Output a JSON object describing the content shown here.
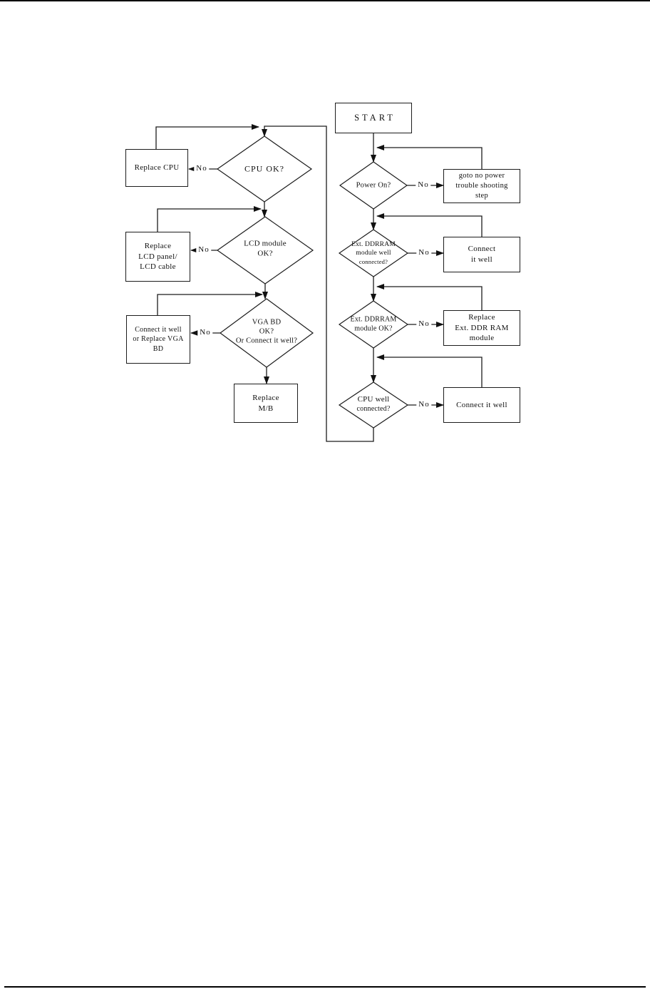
{
  "page": {
    "background": "#ffffff",
    "line_color": "#1a1a1a"
  },
  "flowchart": {
    "no_label": "No",
    "start": {
      "label": "START"
    },
    "right_column": {
      "decisions": [
        {
          "lines": [
            "Power On?"
          ]
        },
        {
          "lines": [
            "Ext. DDRRAM",
            "module well",
            "connected?"
          ]
        },
        {
          "lines": [
            "Ext. DDRRAM",
            "module OK?"
          ]
        },
        {
          "lines": [
            "CPU well",
            "connected?"
          ]
        }
      ],
      "actions": [
        {
          "lines": [
            "goto no power",
            "trouble shooting",
            "step"
          ]
        },
        {
          "lines": [
            "Connect",
            "it well"
          ]
        },
        {
          "lines": [
            "Replace",
            "Ext. DDR RAM",
            "module"
          ]
        },
        {
          "lines": [
            "Connect it well"
          ]
        }
      ]
    },
    "left_column": {
      "decisions": [
        {
          "lines": [
            "CPU OK?"
          ]
        },
        {
          "lines": [
            "LCD module",
            "OK?"
          ]
        },
        {
          "lines": [
            "VGA BD",
            "OK?",
            "Or Connect it well?"
          ]
        }
      ],
      "actions": [
        {
          "lines": [
            "Replace CPU"
          ]
        },
        {
          "lines": [
            "Replace",
            "LCD panel/",
            "LCD cable"
          ]
        },
        {
          "lines": [
            "Connect it well",
            "or Replace VGA",
            "BD"
          ]
        },
        {
          "lines": [
            "Replace",
            "M/B"
          ]
        }
      ]
    }
  }
}
